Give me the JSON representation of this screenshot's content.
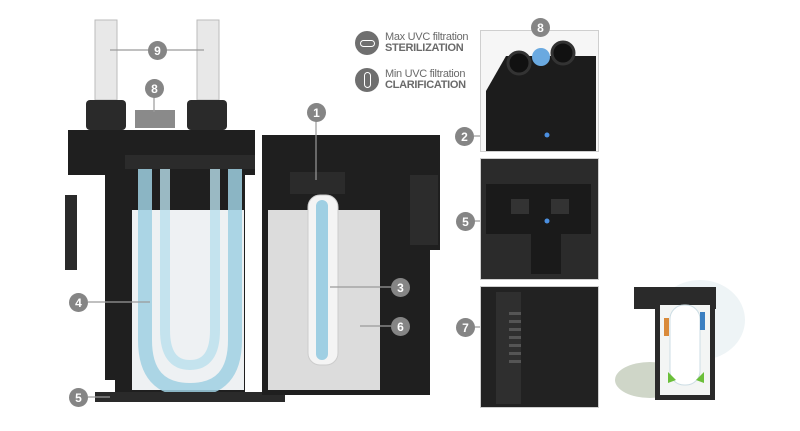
{
  "legend": [
    {
      "icon": "horizontal-slot-icon",
      "line1": "Max UVC filtration",
      "line2": "STERILIZATION"
    },
    {
      "icon": "vertical-slot-icon",
      "line1": "Min UVC filtration",
      "line2": "CLARIFICATION"
    }
  ],
  "callouts": {
    "c9": "9",
    "c8": "8",
    "c1": "1",
    "c2": "2",
    "c3": "3",
    "c4": "4",
    "c5a": "5",
    "c5b": "5",
    "c6": "6",
    "c7": "7",
    "c8b": "8"
  },
  "colors": {
    "callout": "#858585",
    "body": "#1e1e1e",
    "water": "#a9d6e6"
  }
}
